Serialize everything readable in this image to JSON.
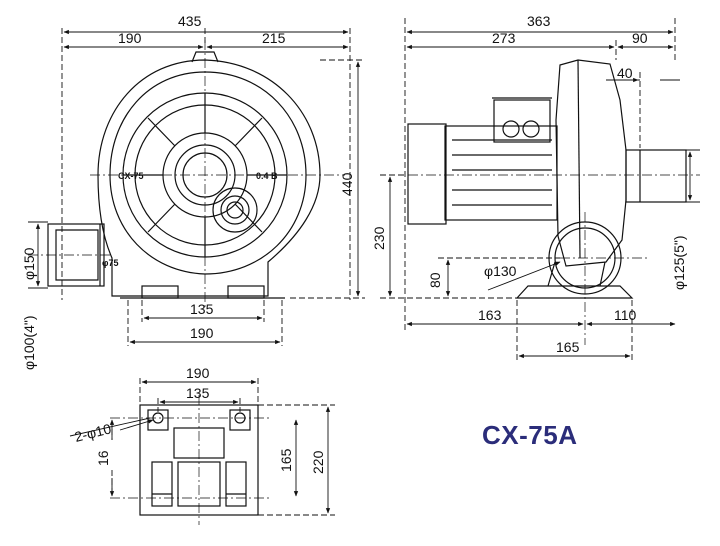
{
  "model": "CX-75A",
  "front_view": {
    "overall_width": "435",
    "left_width": "190",
    "right_width": "215",
    "height": "440",
    "inlet_dia": "φ150",
    "outlet_dia": "φ100(4\")",
    "base_inner": "135",
    "base_outer": "190",
    "label_model": "CX-75",
    "label_rating": "0.4 B",
    "label_port": "φ75"
  },
  "side_view": {
    "overall_depth": "363",
    "motor_depth": "273",
    "housing_depth": "90",
    "flange_offset": "40",
    "center_height": "230",
    "base_height": "80",
    "outlet_dia": "φ130",
    "port_dia": "φ125(5\")",
    "to_center": "163",
    "center_to_edge": "110",
    "base_width": "165"
  },
  "base_view": {
    "outer_width": "190",
    "hole_pitch": "135",
    "hole_spec": "2-φ10",
    "hole_offset": "16",
    "hole_span": "165",
    "overall_length": "220"
  }
}
